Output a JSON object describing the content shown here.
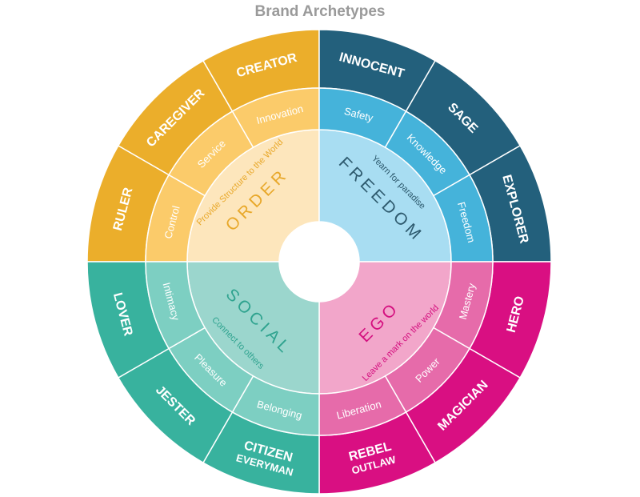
{
  "title": "Brand Archetypes",
  "quadrants": [
    {
      "name": "ORDER",
      "subtitle": "Provide Structure to the World",
      "start": 270,
      "colors": {
        "outer": "#EBAE2B",
        "middle": "#FBCB6A",
        "inner": "#FDE6BC",
        "text": "#E8A82A"
      },
      "segments": [
        {
          "outer": [
            "RULER"
          ],
          "middle": "Control"
        },
        {
          "outer": [
            "CAREGIVER"
          ],
          "middle": "Service"
        },
        {
          "outer": [
            "CREATOR"
          ],
          "middle": "Innovation"
        }
      ]
    },
    {
      "name": "FREEDOM",
      "subtitle": "Yearn for paradise",
      "start": 0,
      "colors": {
        "outer": "#23607C",
        "middle": "#45B3DA",
        "inner": "#A8DDF2",
        "text": "#2E5A6E"
      },
      "segments": [
        {
          "outer": [
            "INNOCENT"
          ],
          "middle": "Safety"
        },
        {
          "outer": [
            "SAGE"
          ],
          "middle": "Knowledge"
        },
        {
          "outer": [
            "EXPLORER"
          ],
          "middle": "Freedom"
        }
      ]
    },
    {
      "name": "EGO",
      "subtitle": "Leave a mark on the world",
      "start": 90,
      "colors": {
        "outer": "#D90F82",
        "middle": "#E66BAA",
        "inner": "#F2A6CA",
        "text": "#D40F7F"
      },
      "segments": [
        {
          "outer": [
            "HERO"
          ],
          "middle": "Mastery"
        },
        {
          "outer": [
            "MAGICIAN"
          ],
          "middle": "Power"
        },
        {
          "outer": [
            "REBEL",
            "OUTLAW"
          ],
          "middle": "Liberation"
        }
      ]
    },
    {
      "name": "SOCIAL",
      "subtitle": "Connect to others",
      "start": 180,
      "colors": {
        "outer": "#38B29E",
        "middle": "#7DCFC2",
        "inner": "#9BD6CD",
        "text": "#2FA38F"
      },
      "segments": [
        {
          "outer": [
            "CITIZEN",
            "EVERYMAN"
          ],
          "middle": "Belonging"
        },
        {
          "outer": [
            "JESTER"
          ],
          "middle": "Pleasure"
        },
        {
          "outer": [
            "LOVER"
          ],
          "middle": "Intimacy"
        }
      ]
    }
  ]
}
